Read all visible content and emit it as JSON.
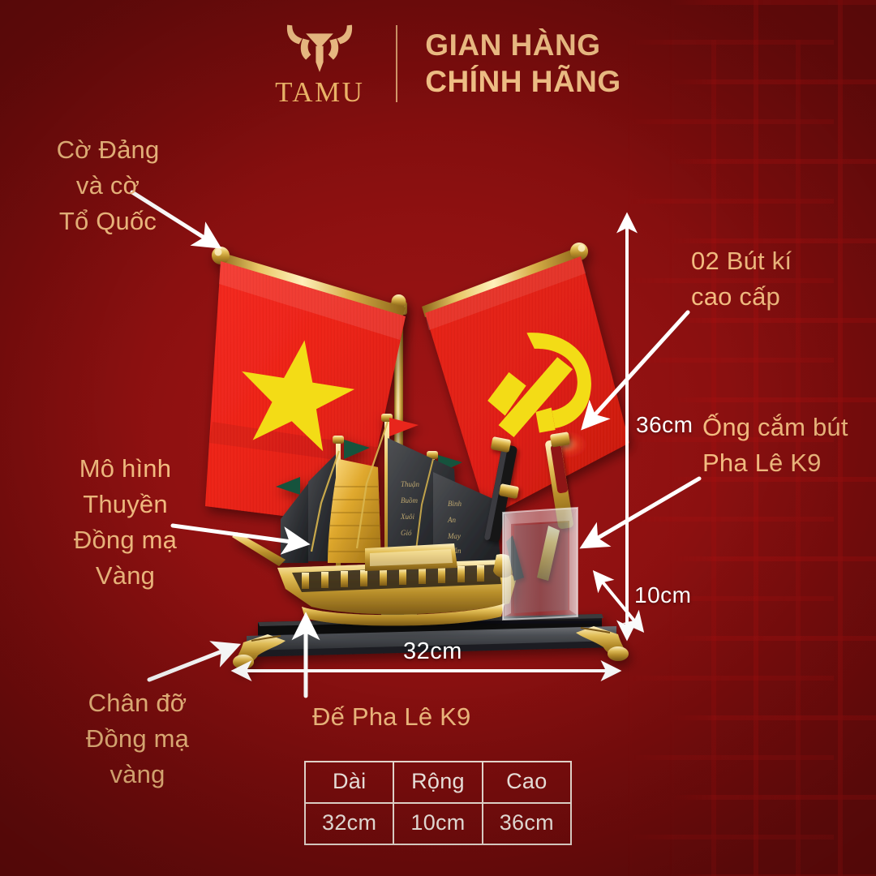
{
  "meta": {
    "background_color": "#8c1010",
    "accent_gold": "#f3bc80",
    "header_gold": "#f7c489",
    "white": "#ffffff"
  },
  "header": {
    "logo_word": "TAMU",
    "logo_icon": "bull-head-icon",
    "line1": "GIAN HÀNG",
    "line2": "CHÍNH HÃNG"
  },
  "annotations": [
    {
      "id": "flags",
      "text": "Cờ Đảng\nvà cờ\nTổ Quốc"
    },
    {
      "id": "ship",
      "text": "Mô hình\nThuyền\nĐồng mạ\nVàng"
    },
    {
      "id": "foot",
      "text": "Chân đỡ\nĐồng mạ\nvàng"
    },
    {
      "id": "pen",
      "text": "02 Bút kí\ncao cấp"
    },
    {
      "id": "holder",
      "text": "Ống cắm bút\nPha Lê K9"
    },
    {
      "id": "base",
      "text": "Đế Pha Lê K9"
    }
  ],
  "annotation_texts": {
    "flags": "Cờ Đảng\nvà cờ\nTổ Quốc",
    "ship": "Mô hình\nThuyền\nĐồng mạ\nVàng",
    "foot": "Chân đỡ\nĐồng mạ\nvàng",
    "pen": "02 Bút kí\ncao cấp",
    "holder": "Ống cắm bút\nPha Lê K9",
    "base": "Đế Pha Lê K9"
  },
  "dimensions": {
    "height_label": "36cm",
    "depth_label": "10cm",
    "width_label": "32cm"
  },
  "spec_table": {
    "headers": [
      "Dài",
      "Rộng",
      "Cao"
    ],
    "values": [
      "32cm",
      "10cm",
      "36cm"
    ]
  },
  "product": {
    "flag_left": "vietnam-national-flag",
    "flag_right": "communist-party-flag",
    "ship": "gold-plated-junk-ship-model",
    "pen_holder": "k9-crystal-pen-holder",
    "pens": 2,
    "base": "k9-crystal-black-base",
    "feet": "gold-plated-decorative-feet"
  }
}
